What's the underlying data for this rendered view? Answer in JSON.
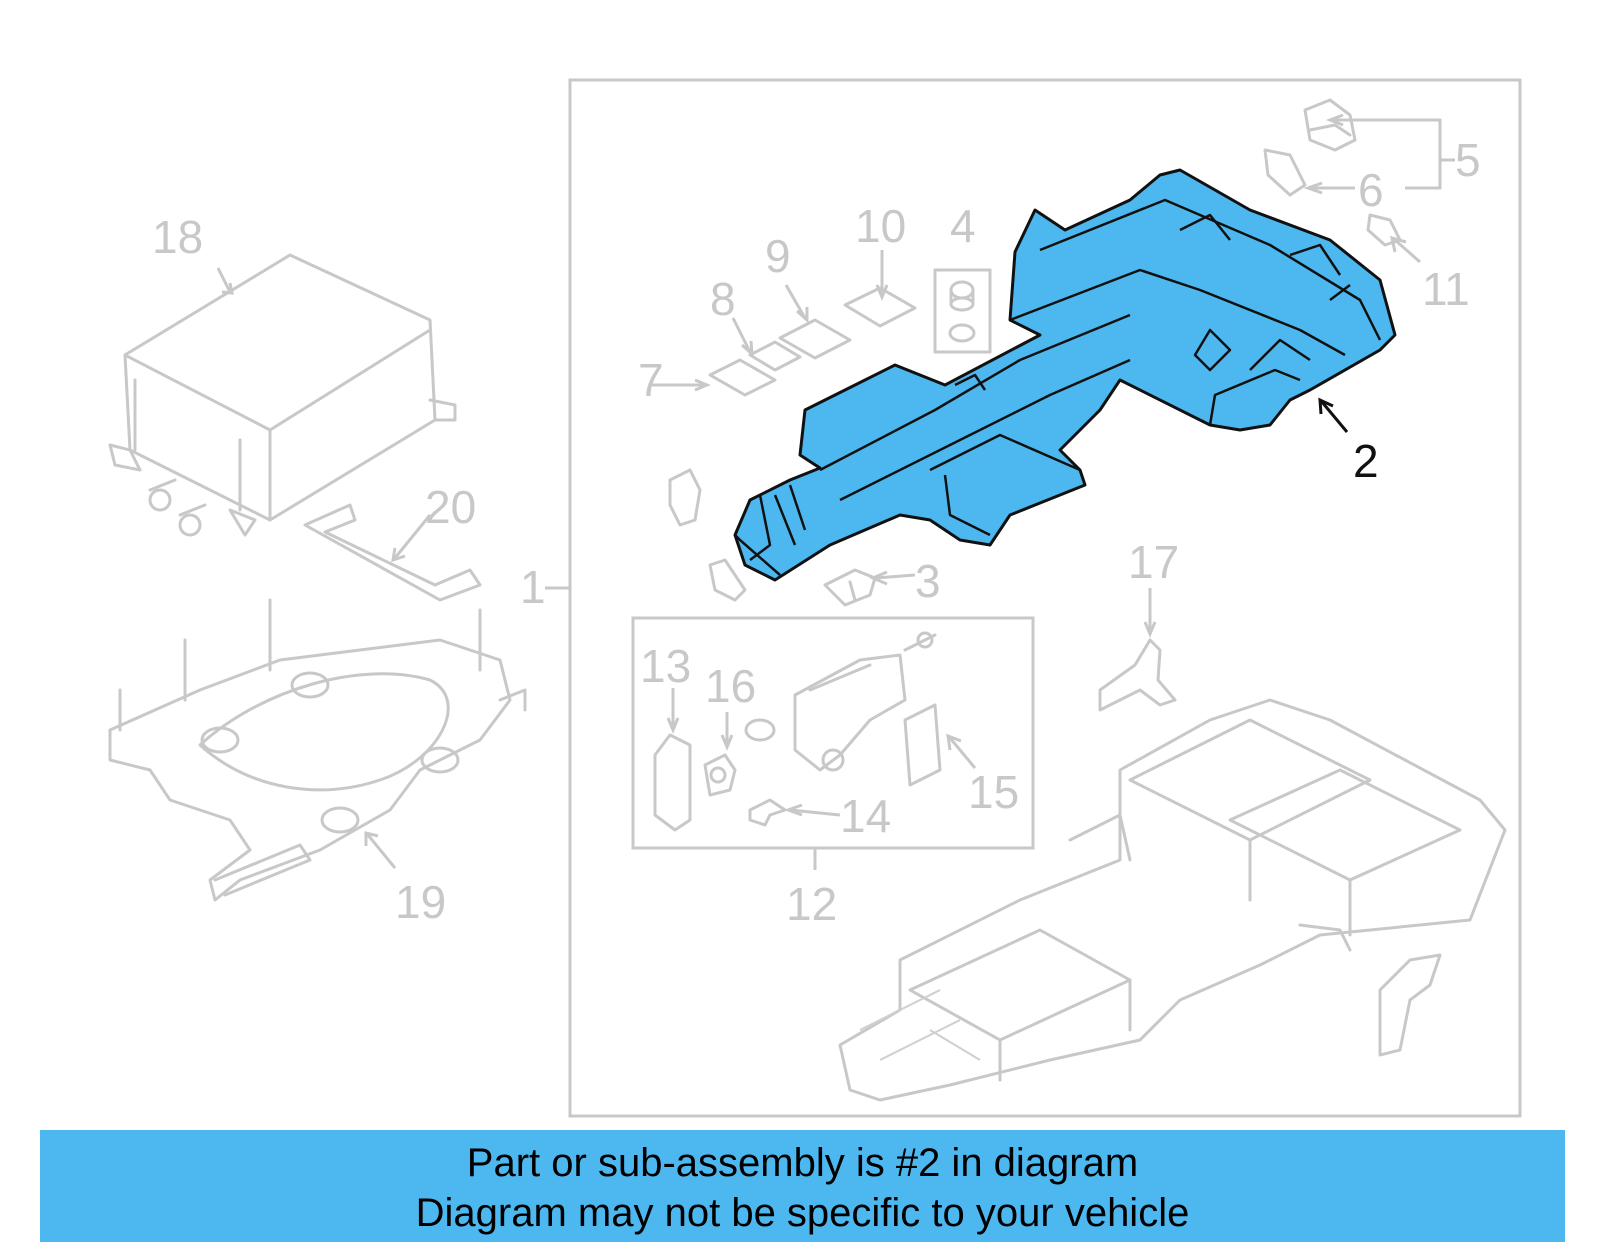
{
  "callouts": {
    "c1": "1",
    "c2": "2",
    "c3": "3",
    "c4": "4",
    "c5": "5",
    "c6": "6",
    "c7": "7",
    "c8": "8",
    "c9": "9",
    "c10": "10",
    "c11": "11",
    "c12": "12",
    "c13": "13",
    "c14": "14",
    "c15": "15",
    "c16": "16",
    "c17": "17",
    "c18": "18",
    "c19": "19",
    "c20": "20"
  },
  "highlighted_part": "2",
  "colors": {
    "highlight": "#4db8f0",
    "ghost": "#c8c8c8",
    "banner": "#4db8f0"
  },
  "banner": {
    "line1": "Part or sub-assembly is #2 in diagram",
    "line2": "Diagram may not be specific to your vehicle"
  }
}
